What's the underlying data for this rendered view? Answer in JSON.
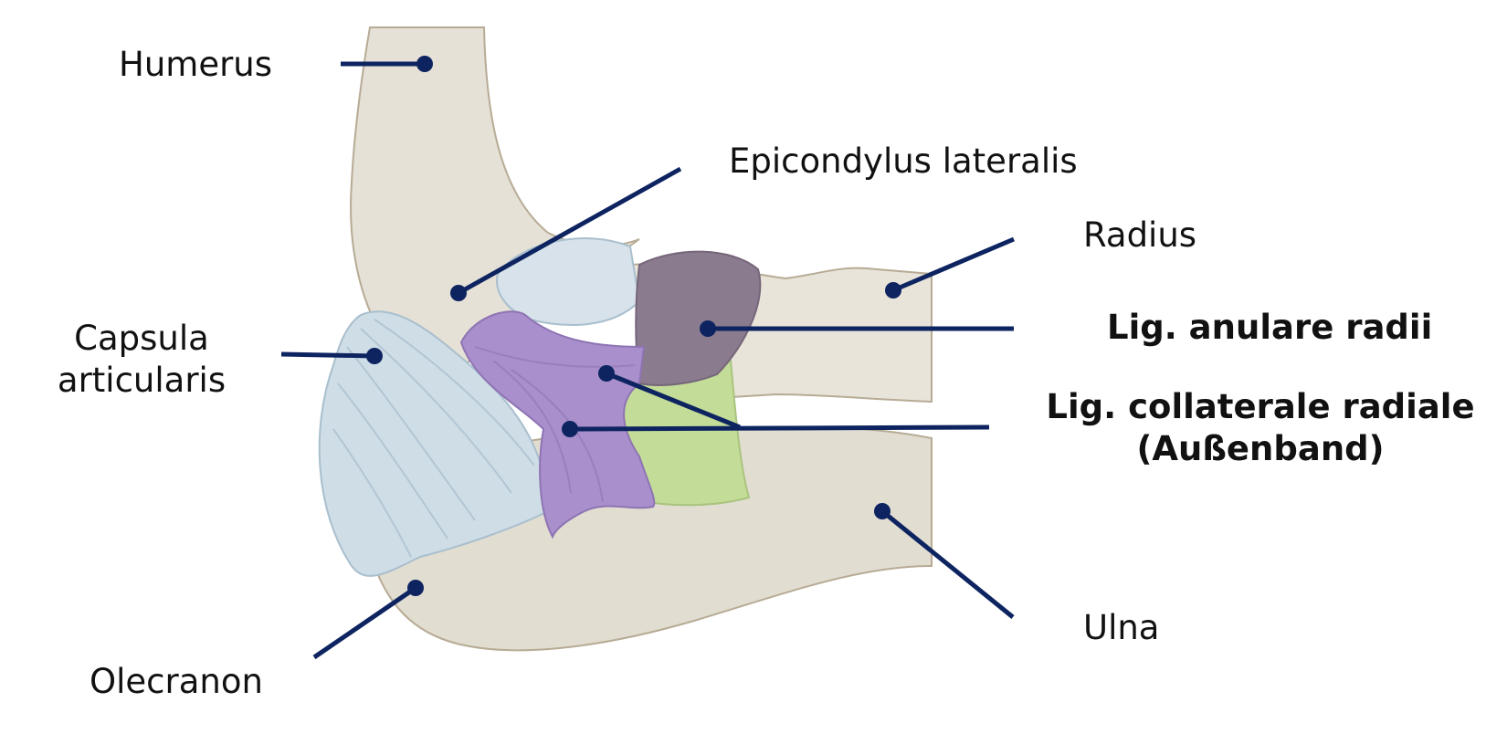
{
  "colors": {
    "leader": "#0d2461",
    "bone": "#e6e1d6",
    "bone_outline": "#b7ab95",
    "capsule": "#cfdde6",
    "annular": "#8b7b8e",
    "collateral": "#a98fcc",
    "green": "#c3dc98"
  },
  "labels": {
    "humerus": "Humerus",
    "epicondylus": "Epicondylus lateralis",
    "radius": "Radius",
    "capsula_line1": "Capsula",
    "capsula_line2": "articularis",
    "lig_anulare": "Lig. anulare radii",
    "lig_collaterale_line1": "Lig. collaterale radiale",
    "lig_collaterale_line2": "(Außenband)",
    "ulna": "Ulna",
    "olecranon": "Olecranon"
  }
}
